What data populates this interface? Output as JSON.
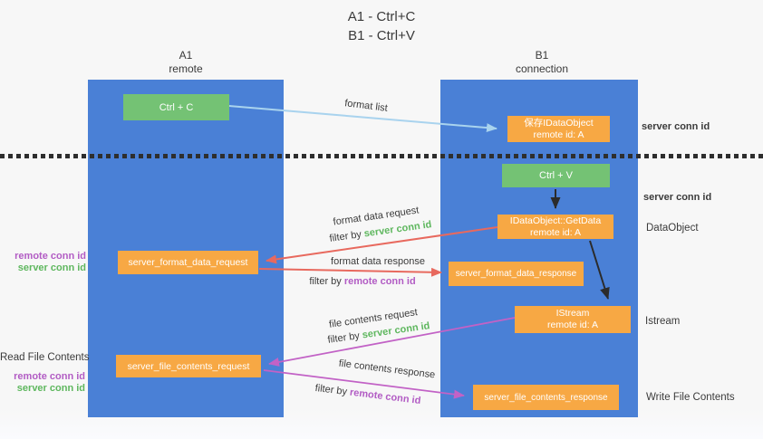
{
  "title": {
    "line1": "A1 - Ctrl+C",
    "line2": "B1 - Ctrl+V"
  },
  "lifelines": {
    "left": {
      "name": "A1",
      "role": "remote"
    },
    "right": {
      "name": "B1",
      "role": "connection"
    }
  },
  "nodes": {
    "ctrl_c": {
      "label": "Ctrl + C"
    },
    "save_idataobject": {
      "line1": "保存IDataObject",
      "line2": "remote id: A"
    },
    "ctrl_v": {
      "label": "Ctrl + V"
    },
    "getdata": {
      "line1": "IDataObject::GetData",
      "line2": "remote id: A"
    },
    "format_request": {
      "label": "server_format_data_request"
    },
    "format_response": {
      "label": "server_format_data_response"
    },
    "istream": {
      "line1": "IStream",
      "line2": "remote id: A"
    },
    "file_request": {
      "label": "server_file_contents_request"
    },
    "file_response": {
      "label": "server_file_contents_response"
    }
  },
  "messages": {
    "format_list": {
      "label": "format list"
    },
    "format_data_request": {
      "label": "format data request",
      "filter_prefix": "filter by ",
      "filter_key": "server conn id"
    },
    "format_data_response": {
      "label": "format data response",
      "filter_prefix": "filter by ",
      "filter_key": "remote conn id"
    },
    "file_contents_request": {
      "label": "file contents request",
      "filter_prefix": "filter by ",
      "filter_key": "server conn id"
    },
    "file_contents_response": {
      "label": "file contents response",
      "filter_prefix": "filter by ",
      "filter_key": "remote conn id"
    }
  },
  "annotations": {
    "server_conn_id_top": "server conn id",
    "server_conn_id_mid": "server conn id",
    "dataobject": "DataObject",
    "istream": "Istream",
    "write_file_contents": "Write File Contents",
    "read_file_contents": "Read File Contents",
    "format_pair": {
      "remote": "remote conn id",
      "server": "server conn id"
    },
    "file_pair": {
      "remote": "remote conn id",
      "server": "server conn id"
    }
  },
  "colors": {
    "lifeline_fill": "#4a80d6",
    "action_fill": "#74c274",
    "message_fill": "#f7a844",
    "format_list_arrow": "#a9d3ee",
    "format_data_arrow": "#e8695e",
    "file_contents_arrow": "#c262c6",
    "control_arrow": "#2b2b2b",
    "server_conn_id_text": "#5eb75e",
    "remote_conn_id_text": "#b25cc4",
    "text": "#3b3b3b"
  }
}
